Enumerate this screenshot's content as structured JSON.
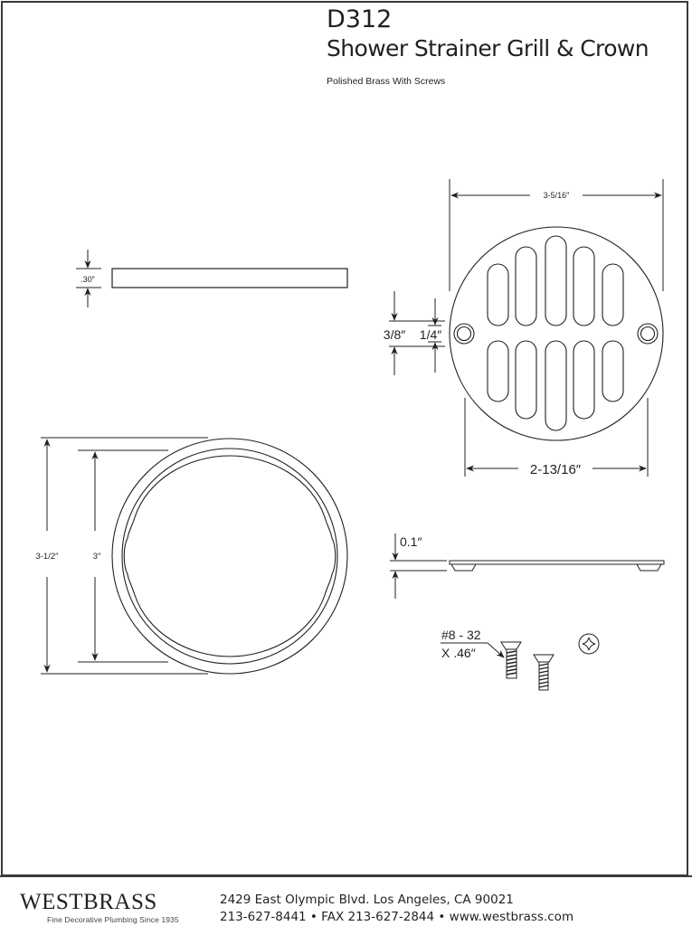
{
  "header": {
    "model_number": "D312",
    "product_name": "Shower Strainer Grill & Crown",
    "finish": "Polished Brass With Screws"
  },
  "dimensions": {
    "crown_profile_height": ".30″",
    "grill_outer_diameter": "3-5/16″",
    "slot_spacing": "3/8″",
    "slot_gap": "1/4″",
    "grill_hole_spacing": "2-13/16″",
    "crown_outer_diameter": "3-1/2″",
    "crown_inner_diameter": "3″",
    "grill_thickness": "0.1″",
    "screw_size_line1": "#8 - 32",
    "screw_size_line2": "X .46″"
  },
  "parts": [
    {
      "name": "crown-side-profile"
    },
    {
      "name": "grill-top-view"
    },
    {
      "name": "crown-top-view"
    },
    {
      "name": "grill-side-profile"
    },
    {
      "name": "screws"
    },
    {
      "name": "phillips-screw-head"
    }
  ],
  "footer": {
    "brand": "WESTBRASS",
    "tagline": "Fine Decorative Plumbing Since 1935",
    "address_line1": "2429 East Olympic Blvd. Los Angeles, CA  90021",
    "address_line2": "213-627-8441 • FAX 213-627-2844 • www.westbrass.com"
  },
  "colors": {
    "line": "#231f20",
    "frame": "#3a3a3a",
    "background": "#ffffff"
  }
}
